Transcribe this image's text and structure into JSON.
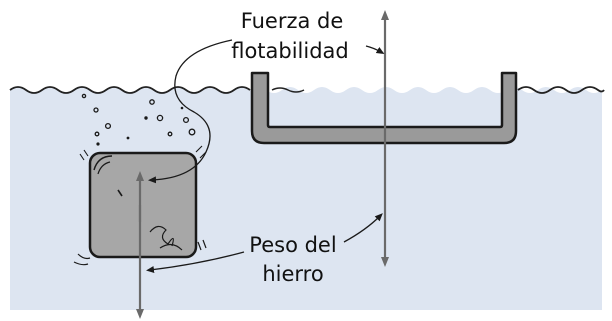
{
  "labels": {
    "buoyancy_line1": "Fuerza de",
    "buoyancy_line2": "flotabilidad",
    "weight_line1": "Peso del",
    "weight_line2": "hierro"
  },
  "colors": {
    "water": "#dde5f1",
    "waterline": "#222222",
    "iron_fill": "#a7a7a7",
    "boat_fill": "#9a9a9a",
    "arrow": "#6a6a6a",
    "outline": "#1a1a1a"
  }
}
